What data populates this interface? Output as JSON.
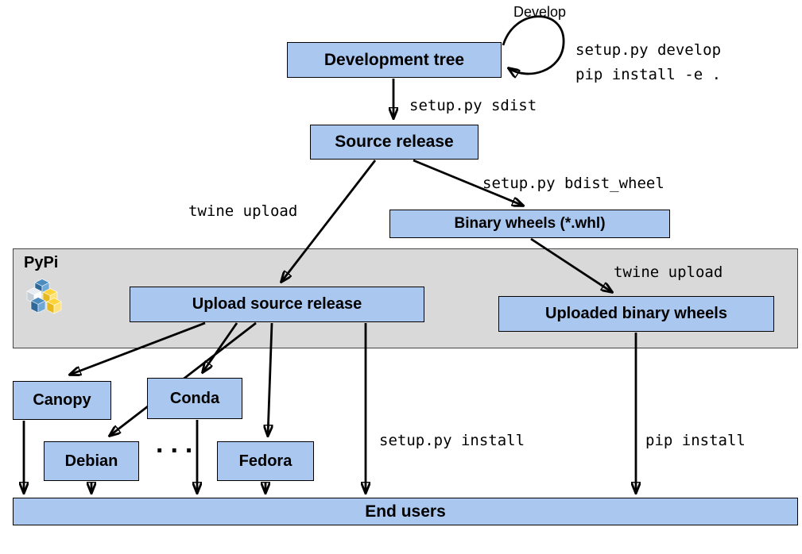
{
  "boxes": {
    "development_tree": "Development tree",
    "source_release": "Source release",
    "binary_wheels": "Binary wheels (*.whl)",
    "upload_source_release": "Upload source release",
    "uploaded_binary_wheels": "Uploaded binary wheels",
    "canopy": "Canopy",
    "conda": "Conda",
    "debian": "Debian",
    "fedora": "Fedora",
    "end_users": "End users"
  },
  "labels": {
    "develop": "Develop",
    "develop_cmd_1": "setup.py develop",
    "develop_cmd_2": "pip install -e .",
    "sdist": "setup.py sdist",
    "twine_upload_left": "twine upload",
    "bdist_wheel": "setup.py bdist_wheel",
    "twine_upload_right": "twine upload",
    "setup_install": "setup.py install",
    "pip_install": "pip install",
    "ellipsis": "...",
    "pypi": "PyPi"
  },
  "colors": {
    "node_fill": "#a9c7ef",
    "band_fill": "#d9d9d9",
    "arrow": "#000000",
    "pypi_blue": "#4b8bbe",
    "pypi_dark_blue": "#306998",
    "pypi_yellow": "#ffd43b",
    "pypi_light": "#e8edf2"
  }
}
